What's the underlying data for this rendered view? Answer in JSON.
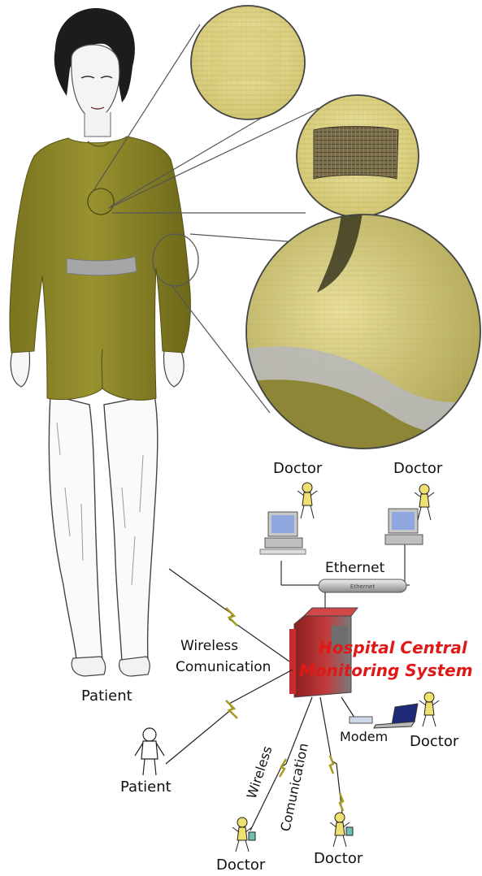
{
  "labels": {
    "doctor_top_left": "Doctor",
    "doctor_top_right": "Doctor",
    "ethernet": "Ethernet",
    "ethernet_cable_tag": "Ethernet",
    "hospital_line1": "Hospital Central",
    "hospital_line2": "Monitoring System",
    "wireless_line1": "Wireless",
    "wireless_line2": "Comunication",
    "patient_main": "Patient",
    "patient_small": "Patient",
    "modem": "Modem",
    "doctor_right": "Doctor",
    "wireless_diag": "Wireless",
    "communication_diag": "Comunication",
    "doctor_bottom_left": "Doctor",
    "doctor_bottom_right": "Doctor"
  },
  "colors": {
    "garment": "#8f8a28",
    "fabric_zoom": "#e2d88a",
    "belt": "#a6a6a6",
    "hospital_red": "#e01818",
    "server_red": "#b52a2a",
    "figure_yellow": "#f0e070"
  }
}
